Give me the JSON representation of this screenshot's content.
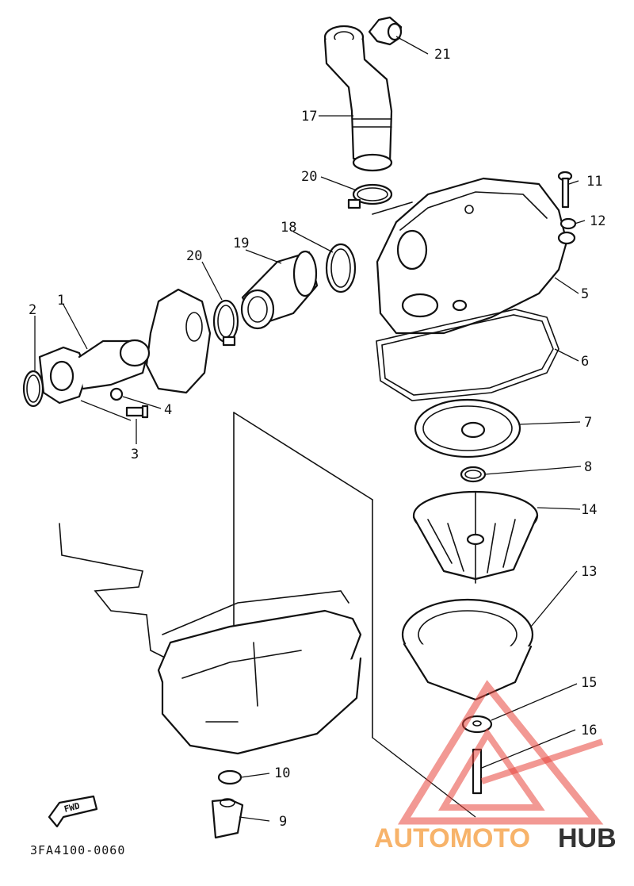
{
  "diagram": {
    "code": "3FA4100-0060",
    "fwd_label": "FWD",
    "callouts": {
      "c1": "1",
      "c2": "2",
      "c3": "3",
      "c4": "4",
      "c5": "5",
      "c6": "6",
      "c7": "7",
      "c8": "8",
      "c9": "9",
      "c10": "10",
      "c11": "11",
      "c12": "12",
      "c13": "13",
      "c14": "14",
      "c15": "15",
      "c16": "16",
      "c17": "17",
      "c18": "18",
      "c19": "19",
      "c20a": "20",
      "c20b": "20",
      "c21": "21"
    }
  },
  "watermark": {
    "part1": "AUTOMOTO",
    "part2": "HUB",
    "color_accent": "#e8453c",
    "color_text": "#f7b36a"
  }
}
